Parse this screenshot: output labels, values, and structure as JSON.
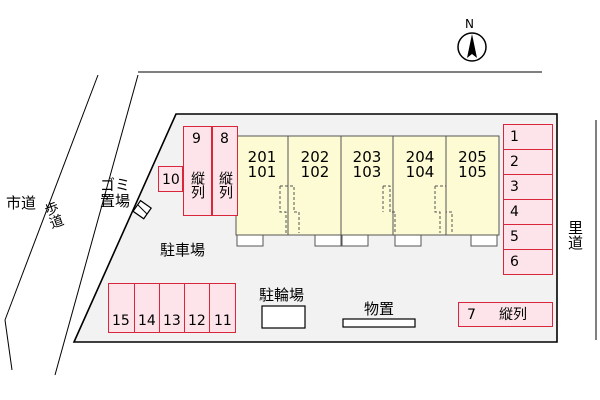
{
  "roads": {
    "city_road": "市道",
    "sidewalk": "歩道",
    "village_road": "里道"
  },
  "compass": {
    "north_label": "N"
  },
  "facilities": {
    "garbage": "ゴミ置場",
    "parking": "駐車場",
    "bicycle_parking": "駐輪場",
    "storage": "物置"
  },
  "parking_slots": {
    "right_column": [
      "1",
      "2",
      "3",
      "4",
      "5",
      "6"
    ],
    "bottom_row": [
      "15",
      "14",
      "13",
      "12",
      "11"
    ],
    "slot_10": "10",
    "slot_9": "9",
    "slot_8": "8",
    "tandem_label": "縦列",
    "slot_7": "7",
    "slot_7_label": "縦列"
  },
  "units": [
    {
      "upper": "201",
      "lower": "101"
    },
    {
      "upper": "202",
      "lower": "102"
    },
    {
      "upper": "203",
      "lower": "103"
    },
    {
      "upper": "204",
      "lower": "104"
    },
    {
      "upper": "205",
      "lower": "105"
    }
  ],
  "colors": {
    "slot_border": "#d9263b",
    "slot_fill": "#fde4ea",
    "building_fill": "#fdfbd3",
    "lot_fill": "#f2f2f2"
  }
}
